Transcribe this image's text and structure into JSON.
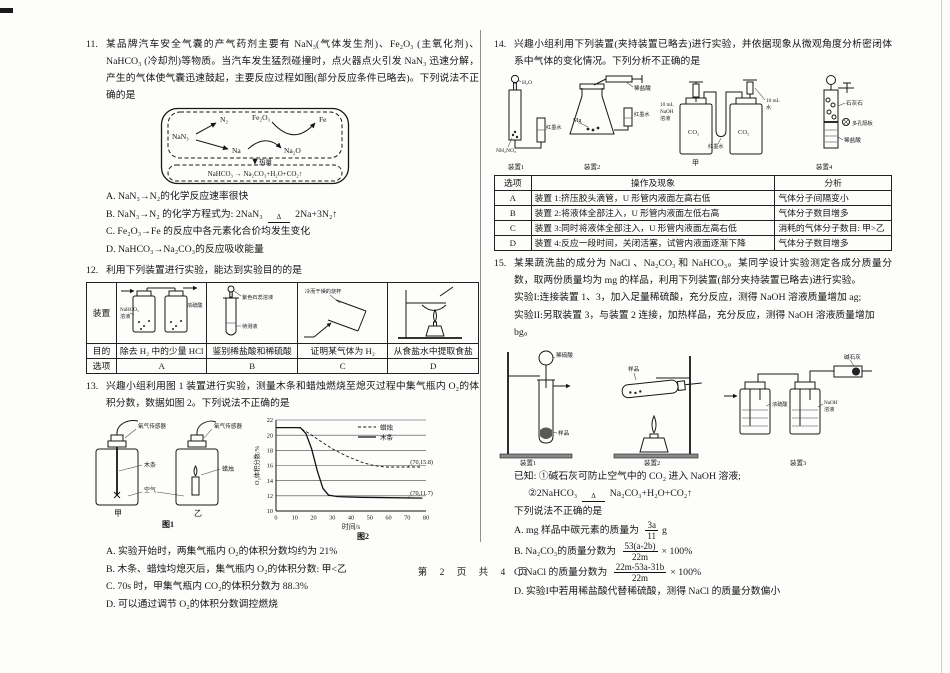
{
  "page": {
    "footer": "第 2 页 共 4 页"
  },
  "q11": {
    "number": "11.",
    "stem": "某品牌汽车安全气囊的产气药剂主要有 NaN₃(气体发生剂)、Fe₂O₃ (主氧化剂)、NaHCO₃ (冷却剂)等物质。当汽车发生猛烈碰撞时，点火器点火引发 NaN₃ 迅速分解，产生的气体使气囊迅速鼓起，主要反应过程如图(部分反应条件已略去)。下列说法不正确的是",
    "diagram": {
      "nan3": "NaN₃",
      "n2": "N₂",
      "na": "Na",
      "fe2o3": "Fe₂O₃",
      "fe": "Fe",
      "na2o": "Na₂O",
      "heat_label": "热量",
      "equation": "NaHCO₃ → Na₂CO₃+H₂O+CO₂↑"
    },
    "options": {
      "a": "A. NaN₃→N₂的化学反应速率很快",
      "b_pre": "B. NaN₃→N₂ 的化学方程式为: 2NaN₃",
      "b_delta": "Δ",
      "b_post": "2Na+3N₂↑",
      "c": "C. Fe₂O₃→Fe 的反应中各元素化合价均发生变化",
      "d": "D. NaHCO₃→Na₂CO₃的反应吸收能量"
    }
  },
  "q12": {
    "number": "12.",
    "stem": "利用下列装置进行实验，能达到实验目的的是",
    "row_labels": [
      "装置",
      "目的",
      "选项"
    ],
    "labels": {
      "a1": "NaHCO₃",
      "a2": "溶液",
      "a3": "浓硫酸",
      "b1": "紫色石蕊溶液",
      "b2": "待测液",
      "c1": "冷而干燥的烧杯"
    },
    "purposes": [
      "除去 H₂ 中的少量 HCl",
      "鉴别稀盐酸和稀硫酸",
      "证明某气体为 H₂",
      "从食盐水中提取食盐"
    ],
    "options": [
      "A",
      "B",
      "C",
      "D"
    ]
  },
  "q13": {
    "number": "13.",
    "stem": "兴趣小组利用图 1 装置进行实验，测量木条和蜡烛燃烧至熄灭过程中集气瓶内 O₂的体积分数，数据如图 2。下列说法不正确的是",
    "fig1": {
      "sensor1": "氧气传感器",
      "sensor2": "氧气传感器",
      "wood": "木条",
      "air": "空气",
      "candle": "蜡烛",
      "jar1": "甲",
      "jar2": "乙",
      "caption": "图1"
    },
    "fig2_caption": "图2",
    "options": {
      "a": "A. 实验开始时，两集气瓶内 O₂的体积分数均约为 21%",
      "b": "B. 木条、蜡烛均熄灭后，集气瓶内 O₂的体积分数: 甲<乙",
      "c": "C. 70s 时，甲集气瓶内 CO₂的体积分数为 88.3%",
      "d": "D. 可以通过调节 O₂的体积分数调控燃烧"
    }
  },
  "chart_data": {
    "type": "line",
    "title": "",
    "xlabel": "时间/s",
    "ylabel": "O₂体积分数/%",
    "xlim": [
      0,
      80
    ],
    "ylim": [
      10,
      22
    ],
    "xticks": [
      0,
      10,
      20,
      30,
      40,
      50,
      60,
      70,
      80
    ],
    "yticks": [
      10,
      12,
      14,
      16,
      18,
      20,
      22
    ],
    "grid": "horizontal",
    "legend_position": "top-right",
    "series": [
      {
        "name": "蜡烛",
        "style": "dashed",
        "annotation": "(70,15.8)",
        "points": [
          [
            0,
            21
          ],
          [
            12,
            21
          ],
          [
            16,
            20.5
          ],
          [
            22,
            19.5
          ],
          [
            30,
            18.2
          ],
          [
            38,
            17.2
          ],
          [
            46,
            16.4
          ],
          [
            52,
            16.0
          ],
          [
            58,
            15.8
          ],
          [
            78,
            15.8
          ]
        ]
      },
      {
        "name": "木条",
        "style": "solid",
        "annotation": "(70,11.7)",
        "points": [
          [
            0,
            21
          ],
          [
            13,
            21
          ],
          [
            16,
            20.2
          ],
          [
            19,
            18.2
          ],
          [
            22,
            15.3
          ],
          [
            25,
            13.0
          ],
          [
            28,
            12.1
          ],
          [
            33,
            11.9
          ],
          [
            45,
            11.8
          ],
          [
            78,
            11.7
          ]
        ]
      }
    ]
  },
  "q14": {
    "number": "14.",
    "stem": "兴趣小组利用下列装置(夹持装置已略去)进行实验，并依据现象从微观角度分析密闭体系中气体的变化情况。下列分析不正确的是",
    "apparatus": {
      "d1_water": "H₂O",
      "d1_salt": "NH₄NO₃",
      "d1_ink": "红墨水",
      "d1_caption": "装置1",
      "d2_acid": "稀盐酸",
      "d2_mg": "Mg",
      "d2_ink": "红墨水",
      "d2_caption": "装置2",
      "d3_naoh1": "10 mL",
      "d3_naoh2": "NaOH",
      "d3_naoh3": "溶液",
      "d3_co2a": "CO₂",
      "d3_ink": "红墨水",
      "d3_co2b": "CO₂",
      "d3_water1": "10 mL",
      "d3_water2": "水",
      "d3_caption": "甲",
      "d4_stone": "石灰石",
      "d4_plate": "多孔隔板",
      "d4_acid": "稀盐酸",
      "d4_caption": "装置4"
    },
    "table": {
      "headers": [
        "选项",
        "操作及现象",
        "分析"
      ],
      "rows": [
        [
          "A",
          "装置 1:挤压胶头滴管，U 形管内液面左高右低",
          "气体分子间隔变小"
        ],
        [
          "B",
          "装置 2:将液体全部注入，U 形管内液面左低右高",
          "气体分子数目增多"
        ],
        [
          "C",
          "装置 3:同时将液体全部注入，U 形管内液面左高右低",
          "消耗的气体分子数目: 甲>乙"
        ],
        [
          "D",
          "装置 4:反应一段时间，关闭活塞，试管内液面逐渐下降",
          "气体分子数目增多"
        ]
      ]
    }
  },
  "q15": {
    "number": "15.",
    "stem1": "某果蔬洗盐的成分为 NaCl 、Na₂CO₃ 和 NaHCO₃。某同学设计实验测定各成分质量分数，取两份质量均为 mg 的样品，利用下列装置(部分夹持装置已略去)进行实验。",
    "exp1": "实验I:连接装置 1、3，加入足量稀硫酸，充分反应，测得 NaOH 溶液质量增加 ag;",
    "exp2": "实验II:另取装置 3，与装置 2 连接，加热样品，充分反应，测得 NaOH 溶液质量增加 bg。",
    "apparatus": {
      "s1_acid": "稀硫酸",
      "s1_sample": "样品",
      "s1_caption": "装置1",
      "s2_sample": "样品",
      "s2_caption": "装置2",
      "s3_acid": "浓硫酸",
      "s3_naoh1": "NaOH",
      "s3_naoh2": "溶液",
      "s3_lime": "碱石灰",
      "s3_caption": "装置3"
    },
    "known1": "已知: ①碱石灰可防止空气中的 CO₂ 进入 NaOH 溶液;",
    "known2_pre": "②2NaHCO₃",
    "known2_delta": "Δ",
    "known2_post": "Na₂CO₃+H₂O+CO₂↑",
    "question": "下列说法不正确的是",
    "options": {
      "a_pre": "A. mg 样品中碳元素的质量为",
      "a_num": "3a",
      "a_den": "11",
      "a_suffix": "g",
      "b_pre": "B. Na₂CO₃的质量分数为",
      "b_num": "53(a-2b)",
      "b_den": "22m",
      "b_suffix": "× 100%",
      "c_pre": "C. NaCl 的质量分数为",
      "c_num": "22m-53a-31b",
      "c_den": "22m",
      "c_suffix": "× 100%",
      "d": "D. 实验I中若用稀盐酸代替稀硫酸，测得 NaCl 的质量分数偏小"
    }
  }
}
